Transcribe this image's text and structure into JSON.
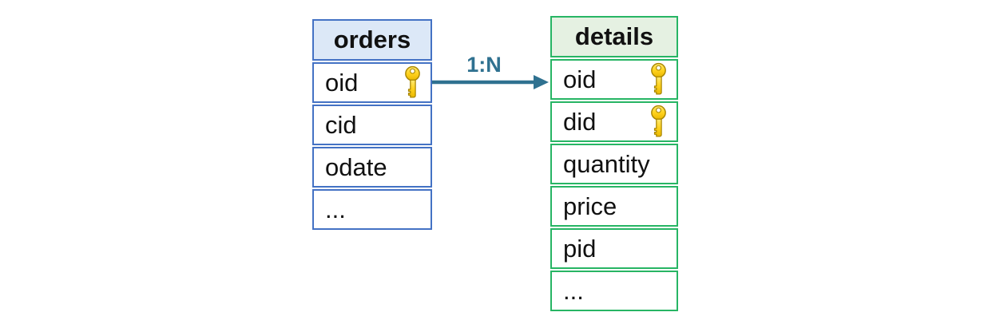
{
  "diagram": {
    "type": "database-schema",
    "relationship": {
      "label": "1:N",
      "from": "orders.oid",
      "to": "details.oid",
      "arrow_color": "#2f7190"
    },
    "colors": {
      "orders_border": "#4472c4",
      "orders_header_fill": "#dce8f7",
      "details_border": "#27b564",
      "details_header_fill": "#e5f1e2",
      "key_icon_fill": "#ffd21e",
      "key_icon_outline": "#a88600",
      "text": "#111111",
      "background": "#ffffff"
    },
    "tables": {
      "orders": {
        "title": "orders",
        "fields": [
          {
            "name": "oid",
            "key": true
          },
          {
            "name": "cid",
            "key": false
          },
          {
            "name": "odate",
            "key": false
          },
          {
            "name": "...",
            "key": false
          }
        ]
      },
      "details": {
        "title": "details",
        "fields": [
          {
            "name": "oid",
            "key": true
          },
          {
            "name": "did",
            "key": true
          },
          {
            "name": "quantity",
            "key": false
          },
          {
            "name": "price",
            "key": false
          },
          {
            "name": "pid",
            "key": false
          },
          {
            "name": "...",
            "key": false
          }
        ]
      }
    }
  }
}
